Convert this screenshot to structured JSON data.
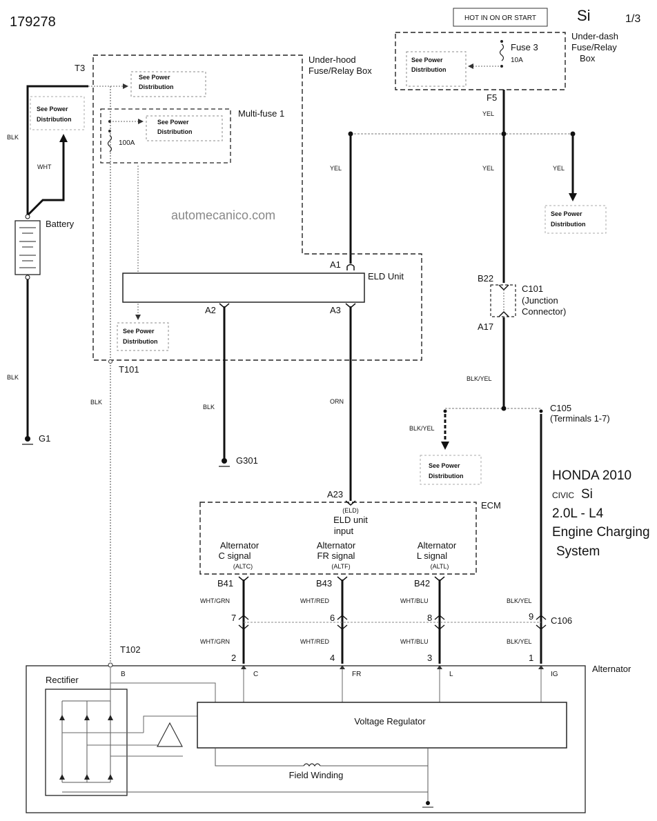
{
  "header": {
    "doc_id": "179278",
    "hot_box": "HOT IN ON OR START",
    "model_badge": "Si",
    "page": "1/3"
  },
  "watermark": "automecanico.com",
  "boxes": {
    "underdash_line1": "Under-dash",
    "underdash_line2": "Fuse/Relay",
    "underdash_line3": "Box",
    "fuse3": "Fuse 3",
    "fuse3_rating": "10A",
    "underhood_line1": "Under-hood",
    "underhood_line2": "Fuse/Relay Box",
    "multifuse": "Multi-fuse 1",
    "multifuse_rating": "100A",
    "eld_unit": "ELD Unit",
    "ecm": "ECM",
    "battery": "Battery",
    "alternator": "Alternator",
    "rectifier": "Rectifier",
    "voltage_regulator": "Voltage Regulator",
    "field_winding": "Field Winding"
  },
  "see_power": {
    "line1": "See Power",
    "line2": "Distribution"
  },
  "connectors": {
    "t3": "T3",
    "f5": "F5",
    "a1": "A1",
    "a2": "A2",
    "a3": "A3",
    "b22": "B22",
    "a17": "A17",
    "c101": "C101",
    "c101_sub1": "(Junction",
    "c101_sub2": "Connector)",
    "t101": "T101",
    "g1": "G1",
    "g301": "G301",
    "c105": "C105",
    "c105_sub": "(Terminals 1-7)",
    "a23": "A23",
    "b41": "B41",
    "b43": "B43",
    "b42": "B42",
    "c106": "C106",
    "t102": "T102",
    "p7": "7",
    "p6": "6",
    "p8": "8",
    "p9": "9",
    "p2": "2",
    "p4": "4",
    "p3": "3",
    "p1": "1",
    "alt_b": "B",
    "alt_c": "C",
    "alt_fr": "FR",
    "alt_l": "L",
    "alt_ig": "IG"
  },
  "wires": {
    "blk": "BLK",
    "wht": "WHT",
    "yel": "YEL",
    "orn": "ORN",
    "blk_yel": "BLK/YEL",
    "wht_grn": "WHT/GRN",
    "wht_red": "WHT/RED",
    "wht_blu": "WHT/BLU"
  },
  "ecm_signals": {
    "eld_tag": "(ELD)",
    "eld_line1": "ELD unit",
    "eld_line2": "input",
    "altc_line1": "Alternator",
    "altc_line2": "C signal",
    "altc_tag": "(ALTC)",
    "altf_line1": "Alternator",
    "altf_line2": "FR signal",
    "altf_tag": "(ALTF)",
    "altl_line1": "Alternator",
    "altl_line2": "L signal",
    "altl_tag": "(ALTL)"
  },
  "vehicle_info": {
    "line1": "HONDA 2010",
    "line2_prefix": "CIVIC",
    "line2_suffix": "Si",
    "line3": "2.0L - L4",
    "line4": "Engine Charging",
    "line5": "System"
  }
}
